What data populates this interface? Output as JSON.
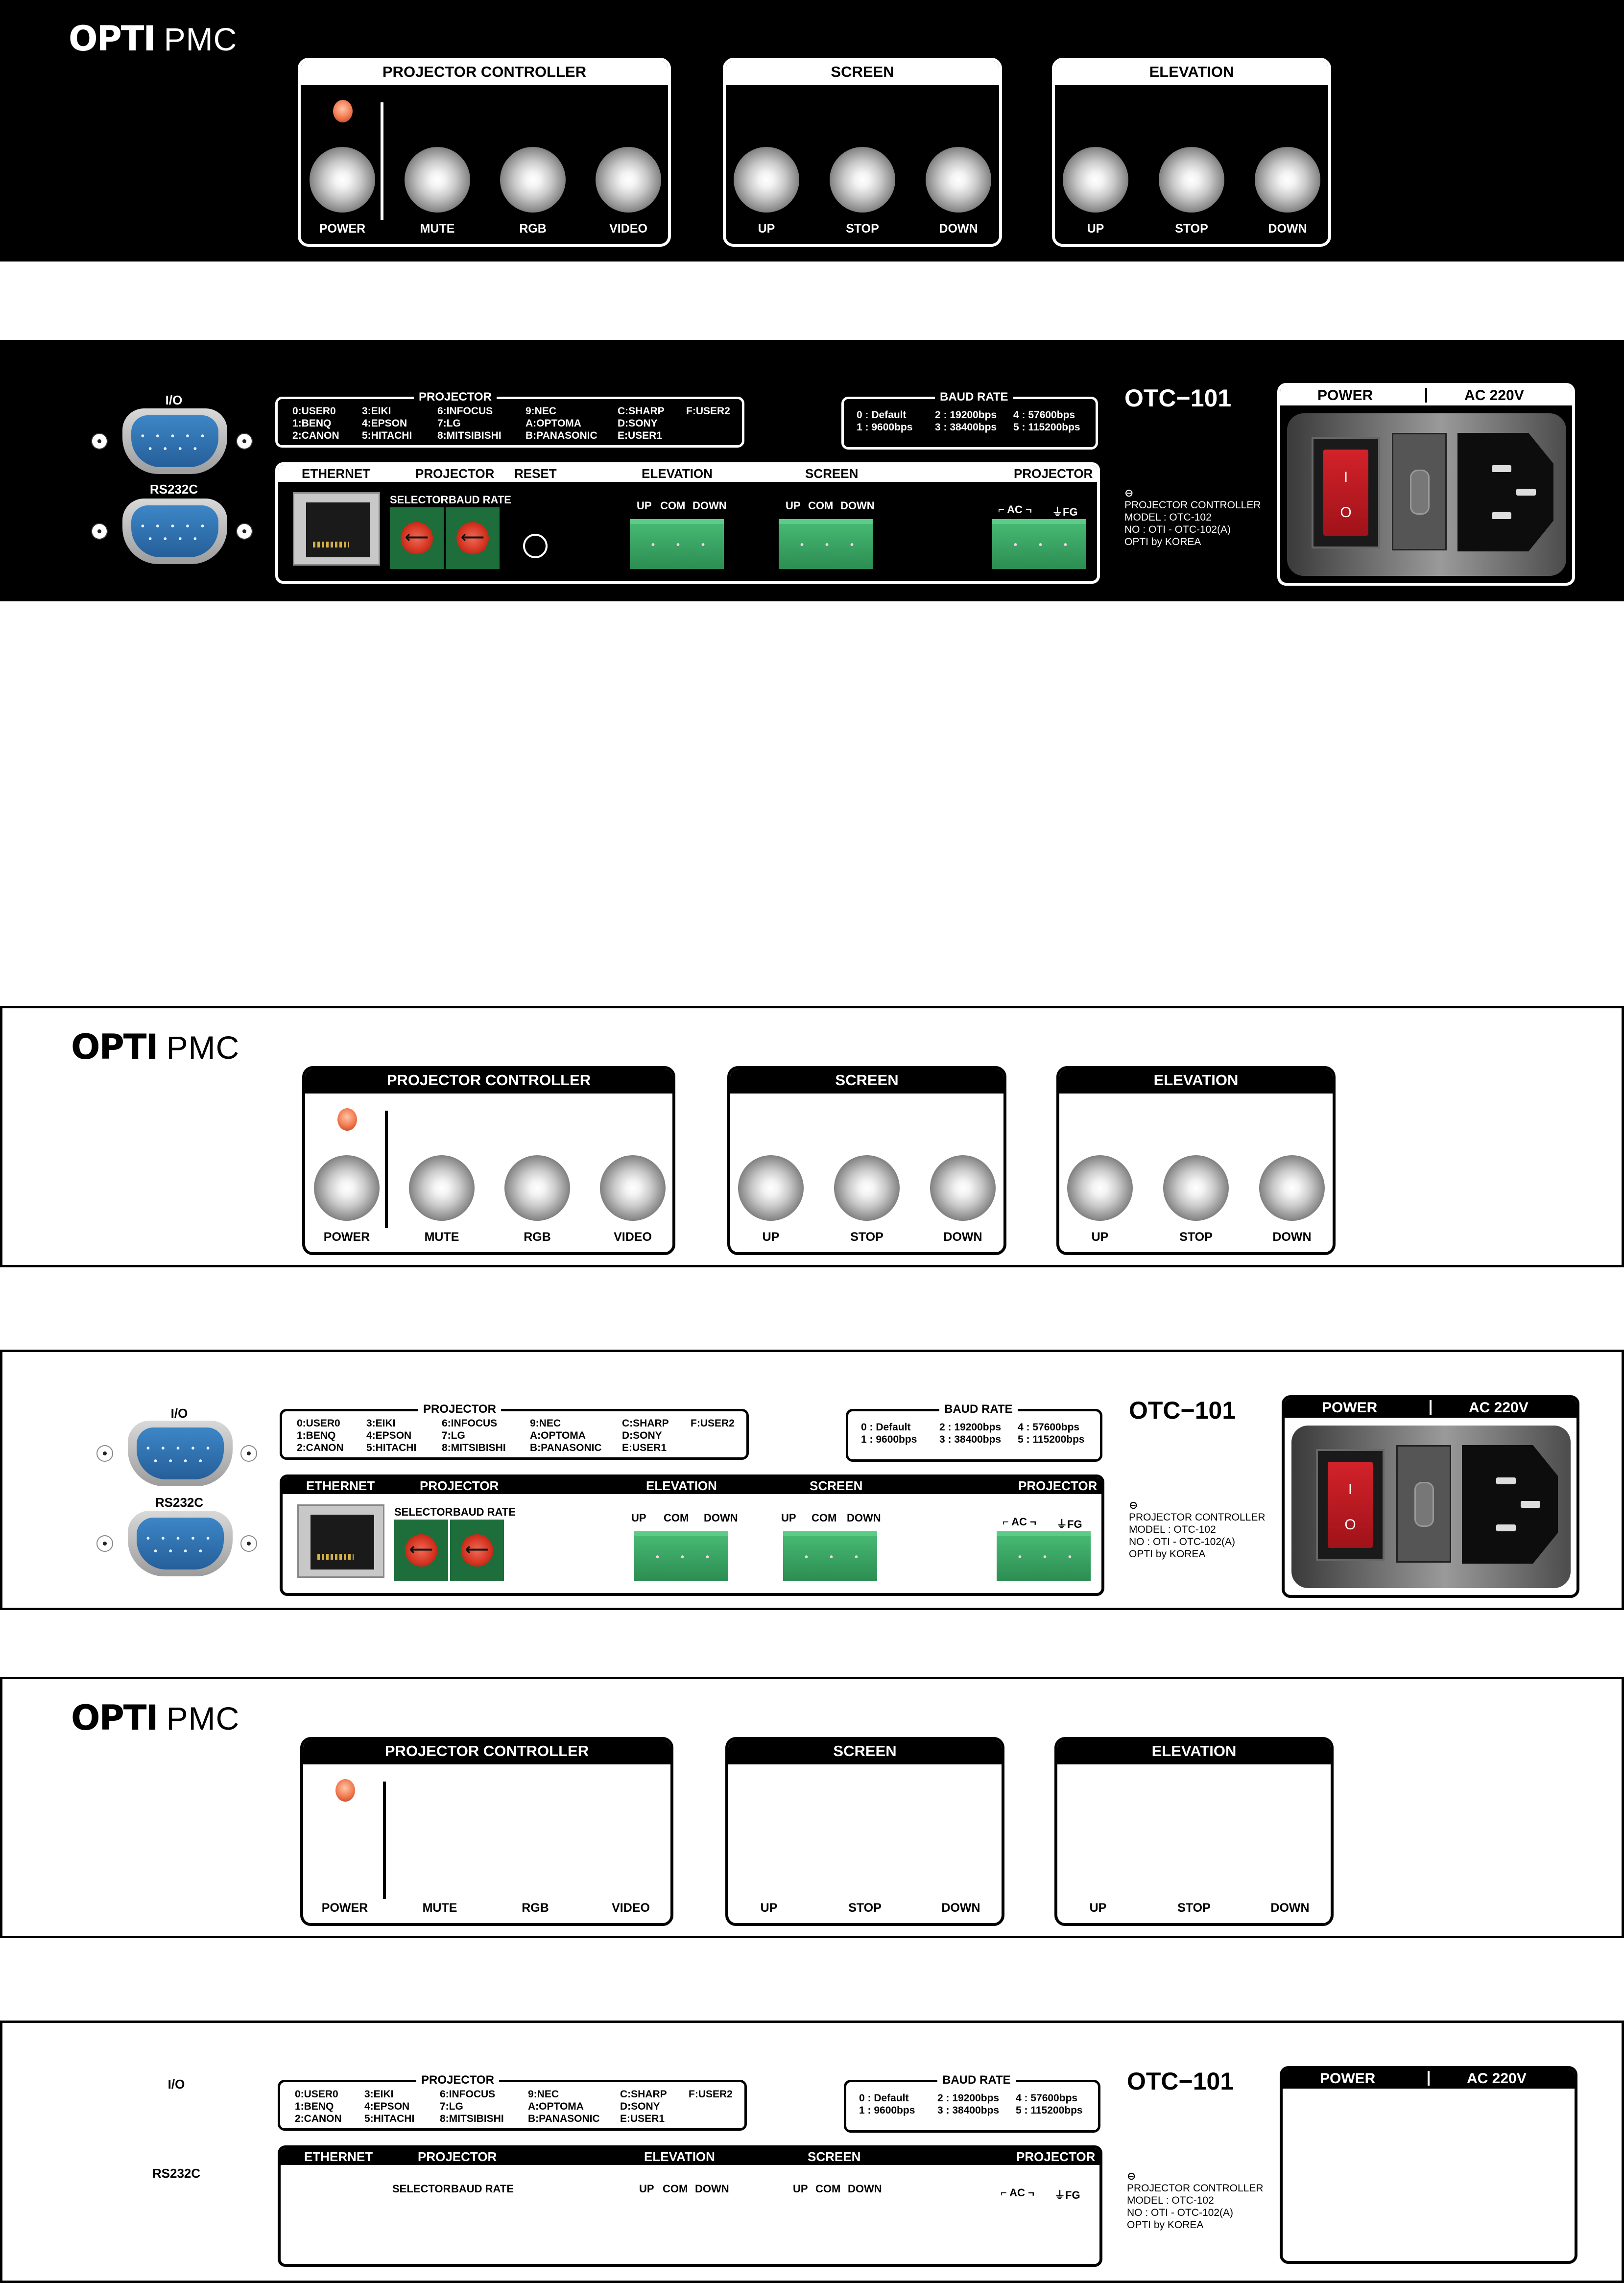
{
  "front_panel": {
    "logo": {
      "brand": "OPTI",
      "model": "PMC"
    },
    "projector_controller": {
      "title": "PROJECTOR CONTROLLER",
      "buttons": [
        "POWER",
        "MUTE",
        "RGB",
        "VIDEO"
      ]
    },
    "screen": {
      "title": "SCREEN",
      "buttons": [
        "UP",
        "STOP",
        "DOWN"
      ]
    },
    "elevation": {
      "title": "ELEVATION",
      "buttons": [
        "UP",
        "STOP",
        "DOWN"
      ]
    }
  },
  "rear_panel": {
    "io_label": "I/O",
    "rs232c_label": "RS232C",
    "projector_codes": {
      "title": "PROJECTOR",
      "columns": [
        [
          "0:USER0",
          "1:BENQ",
          "2:CANON"
        ],
        [
          "3:EIKI",
          "4:EPSON",
          "5:HITACHI"
        ],
        [
          "6:INFOCUS",
          "7:LG",
          "8:MITSIBISHI"
        ],
        [
          "9:NEC",
          "A:OPTOMA",
          "B:PANASONIC"
        ],
        [
          "C:SHARP",
          "D:SONY",
          "E:USER1"
        ],
        [
          "F:USER2"
        ]
      ]
    },
    "baud_rate": {
      "title": "BAUD RATE",
      "columns": [
        [
          "0 : Default",
          "1 : 9600bps"
        ],
        [
          "2 : 19200bps",
          "3 : 38400bps"
        ],
        [
          "4 : 57600bps",
          "5 : 115200bps"
        ]
      ]
    },
    "model_name": "OTC−101",
    "sections": {
      "ethernet": "ETHERNET",
      "projector": "PROJECTOR",
      "reset": "RESET",
      "elevation": "ELEVATION",
      "screen": "SCREEN",
      "projector_right": "PROJECTOR"
    },
    "selector_label": "SELECTOR",
    "baud_rate_label": "BAUD RATE",
    "elevation_terminals": [
      "UP",
      "COM",
      "DOWN"
    ],
    "screen_terminals": [
      "UP",
      "COM",
      "DOWN"
    ],
    "projector_terminals": {
      "ac": "AC",
      "fg": "FG"
    },
    "product_label": [
      "PROJECTOR CONTROLLER",
      "MODEL : OTC-102",
      "NO : OTI - OTC-102(A)",
      "OPTI by KOREA"
    ],
    "power_label": "POWER",
    "ac_label": "AC 220V",
    "switch_symbols": {
      "on": "I",
      "off": "O"
    }
  },
  "colors": {
    "panel_dark": "#000000",
    "panel_light": "#ffffff",
    "button_gray": "#9a9a9a",
    "led_orange": "#f27a50",
    "db9_blue": "#2f73b4",
    "terminal_green": "#34a060",
    "rotary_red": "#d2311e",
    "rocker_red": "#c81c24"
  },
  "icons": [
    "led-indicator-icon",
    "ce-mark-icon",
    "ground-icon",
    "fuse-icon",
    "iec-power-inlet-icon"
  ]
}
